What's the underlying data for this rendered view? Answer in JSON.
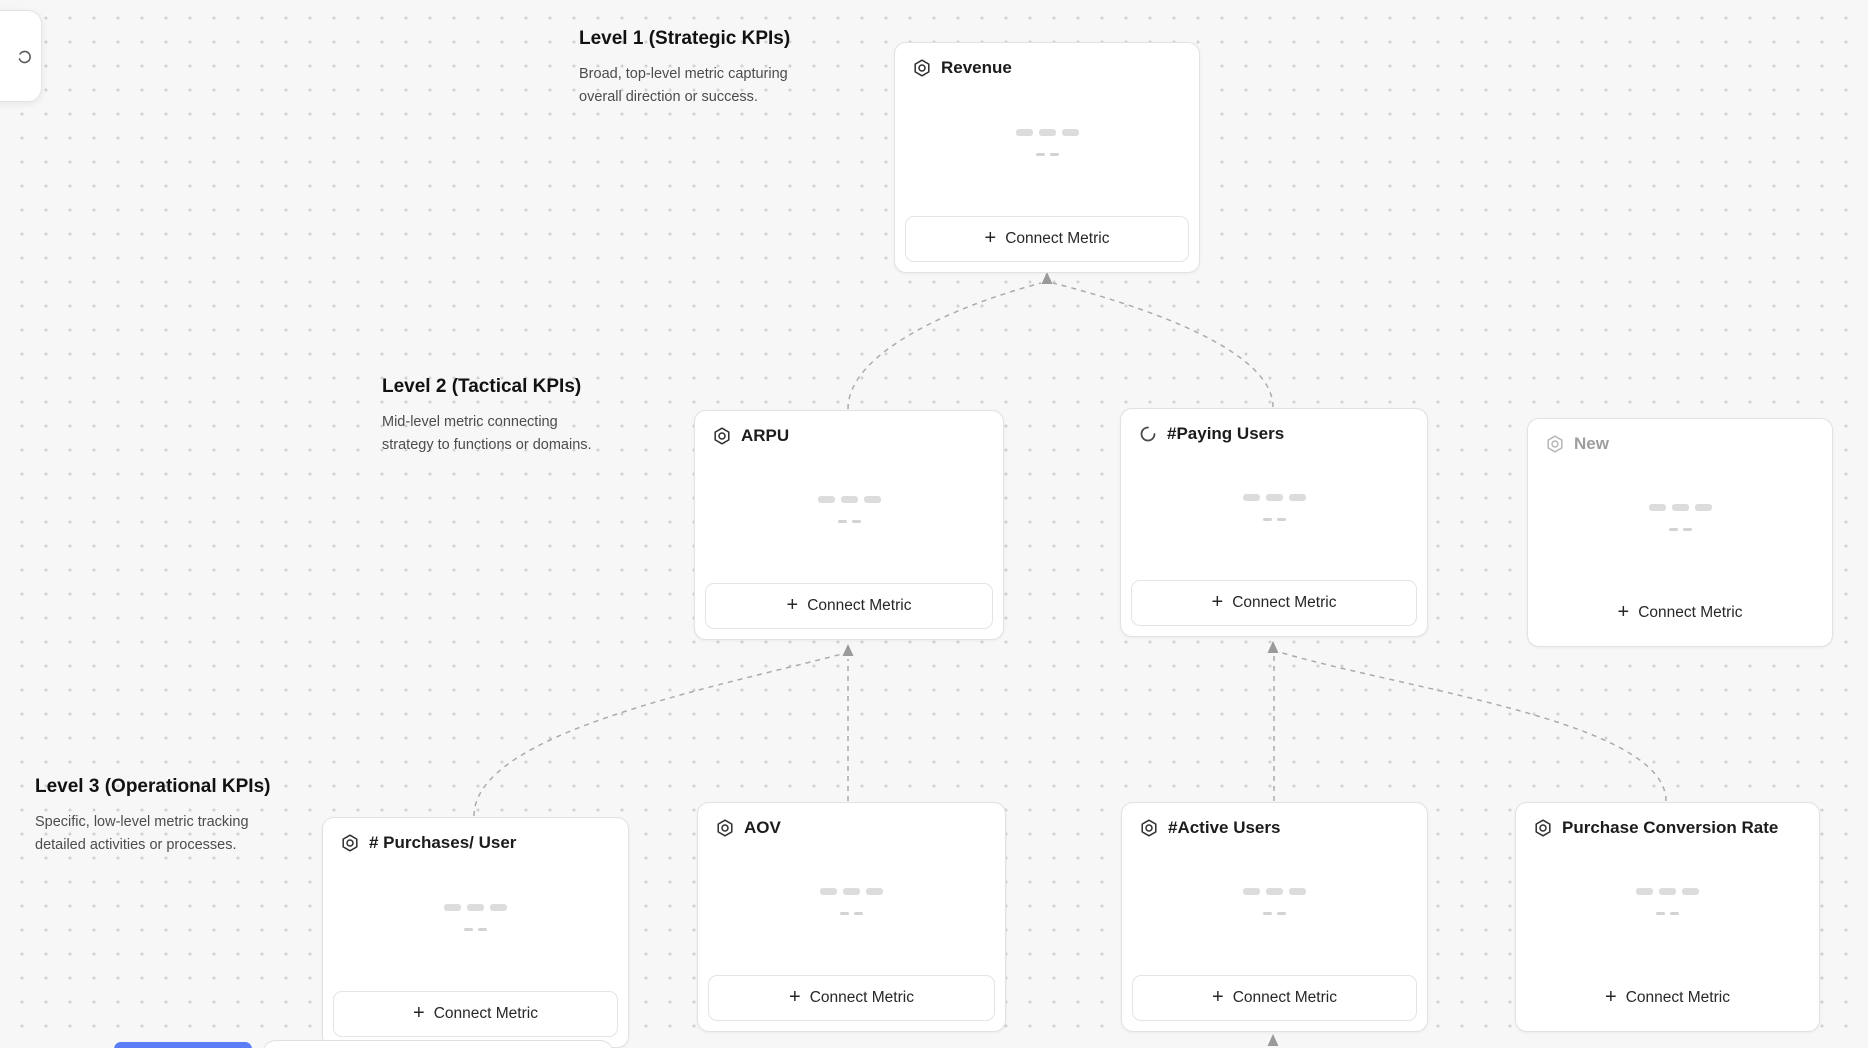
{
  "levels": [
    {
      "title": "Level 1 (Strategic KPIs)",
      "desc1": "Broad, top-level metric capturing",
      "desc2": "overall direction or success."
    },
    {
      "title": "Level 2 (Tactical KPIs)",
      "desc1": "Mid-level metric connecting",
      "desc2": "strategy to functions or domains."
    },
    {
      "title": "Level 3 (Operational KPIs)",
      "desc1": "Specific, low-level metric tracking",
      "desc2": "detailed activities or processes."
    }
  ],
  "cards": [
    {
      "title": "Revenue",
      "icon": "metric-badge-icon",
      "state": "loaded"
    },
    {
      "title": "ARPU",
      "icon": "metric-badge-icon",
      "state": "loaded"
    },
    {
      "title": "#Paying Users",
      "icon": "loading-spinner-icon",
      "state": "loading"
    },
    {
      "title": "New",
      "icon": "metric-badge-icon",
      "state": "pending"
    },
    {
      "title": "# Purchases/ User",
      "icon": "metric-badge-icon",
      "state": "loaded"
    },
    {
      "title": "AOV",
      "icon": "metric-badge-icon",
      "state": "loaded"
    },
    {
      "title": "#Active Users",
      "icon": "metric-badge-icon",
      "state": "loaded"
    },
    {
      "title": "Purchase Conversion Rate",
      "icon": "metric-badge-icon",
      "state": "loaded"
    }
  ],
  "connect": {
    "plus": "+",
    "label": "Connect Metric"
  },
  "colors": {
    "accent_blue": "#5b7df5",
    "connector_gray": "#ababab",
    "canvas_background": "#f7f7f7",
    "dot_grid": "#d1d1d1"
  }
}
